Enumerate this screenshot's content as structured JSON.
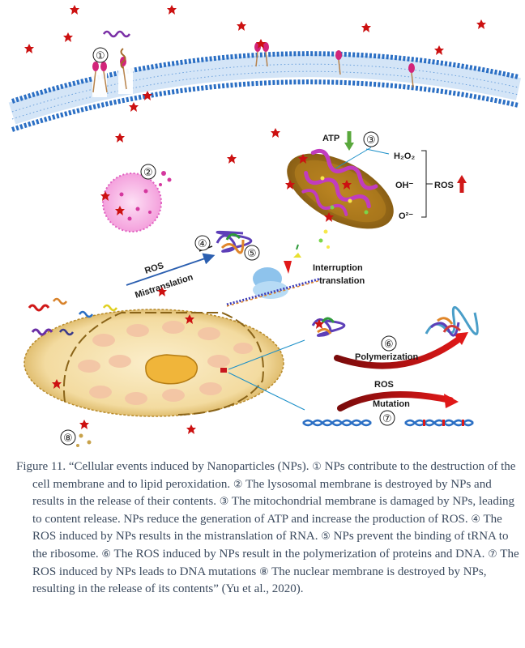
{
  "figure": {
    "labels": {
      "atp": "ATP",
      "h2o2": "H₂O₂",
      "oh": "OH⁻",
      "o2": "O²⁻",
      "ros_mito": "ROS",
      "ros_left": "ROS",
      "mistranslation": "Mistranslation",
      "interruption": "Interruption",
      "translation": "translation",
      "polymerization": "Polymerization",
      "ros_mid": "ROS",
      "mutation": "Mutation"
    },
    "markers": [
      "①",
      "②",
      "③",
      "④",
      "⑤",
      "⑥",
      "⑦",
      "⑧"
    ],
    "colors": {
      "np": "#cc1111",
      "membrane": "#2b6fc4",
      "mitochondrion": "#a0761a",
      "lysosome": "#f7b6e6",
      "cell": "#d9b45a",
      "arrow": "#c8171d"
    }
  },
  "caption": {
    "label": "Figure 11.",
    "intro": " “Cellular events induced by Nanoparticles (NPs). ",
    "items": [
      {
        "num": "①",
        "text": " NPs contribute to the destruction of the cell membrane and to lipid peroxidation. "
      },
      {
        "num": "②",
        "text": " The lysosomal membrane is destroyed by NPs and results in the release of their contents. "
      },
      {
        "num": "③",
        "text": " The mitochondrial membrane is damaged by NPs, leading to content release. NPs reduce the generation of ATP and increase the production of ROS. "
      },
      {
        "num": "④",
        "text": " The ROS induced by NPs results in the mistranslation of RNA. "
      },
      {
        "num": "⑤",
        "text": " NPs prevent the binding of tRNA to the ribosome. "
      },
      {
        "num": "⑥",
        "text": " The ROS induced by NPs result in the polymerization of proteins and DNA. "
      },
      {
        "num": "⑦",
        "text": " The ROS induced by NPs leads to DNA mutations "
      },
      {
        "num": "⑧",
        "text": " The nuclear membrane is destroyed by NPs, resulting in the release of its contents” (Yu et al., 2020)."
      }
    ]
  }
}
